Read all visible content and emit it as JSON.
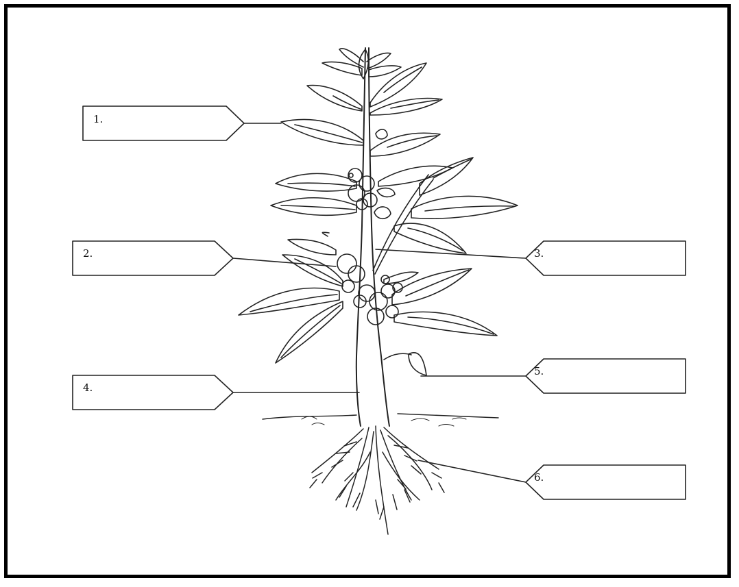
{
  "worksheet": {
    "labels": [
      {
        "id": 1,
        "text": "1."
      },
      {
        "id": 2,
        "text": "2."
      },
      {
        "id": 3,
        "text": "3."
      },
      {
        "id": 4,
        "text": "4."
      },
      {
        "id": 5,
        "text": "5."
      },
      {
        "id": 6,
        "text": "6."
      }
    ]
  },
  "colors": {
    "ink": "#222222",
    "frame": "#000000",
    "paper": "#ffffff"
  }
}
